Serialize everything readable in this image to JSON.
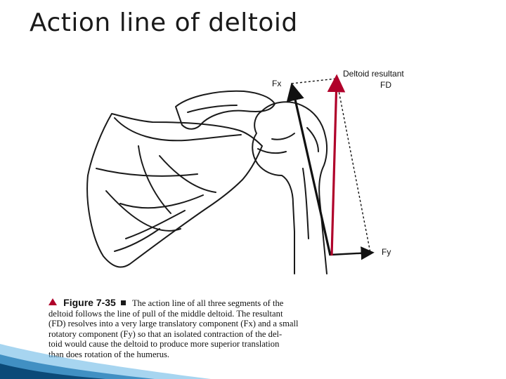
{
  "slide": {
    "title": "Action line of deltoid"
  },
  "diagram": {
    "labels": {
      "deltoid_resultant": "Deltoid resultant",
      "fd": "FD",
      "fx": "Fx",
      "fy": "Fy"
    },
    "colors": {
      "resultant_vector": "#b0002a",
      "component_vectors": "#111111",
      "bone_outline": "#1a1a1a"
    }
  },
  "caption": {
    "figure_label": "Figure 7-35",
    "lines": [
      "The action line of all three segments of the",
      "deltoid follows the line of pull of the middle deltoid. The resultant",
      "(FD) resolves into a very large translatory component (Fx) and a small",
      "rotatory component (Fy) so that an isolated contraction of the del-",
      "toid would cause the deltoid to produce more superior translation",
      "than does rotation of the humerus."
    ]
  },
  "colors": {
    "accent_triangle": "#b0002a",
    "corner_dark": "#0b4a78",
    "corner_light": "#5fb3e3"
  }
}
